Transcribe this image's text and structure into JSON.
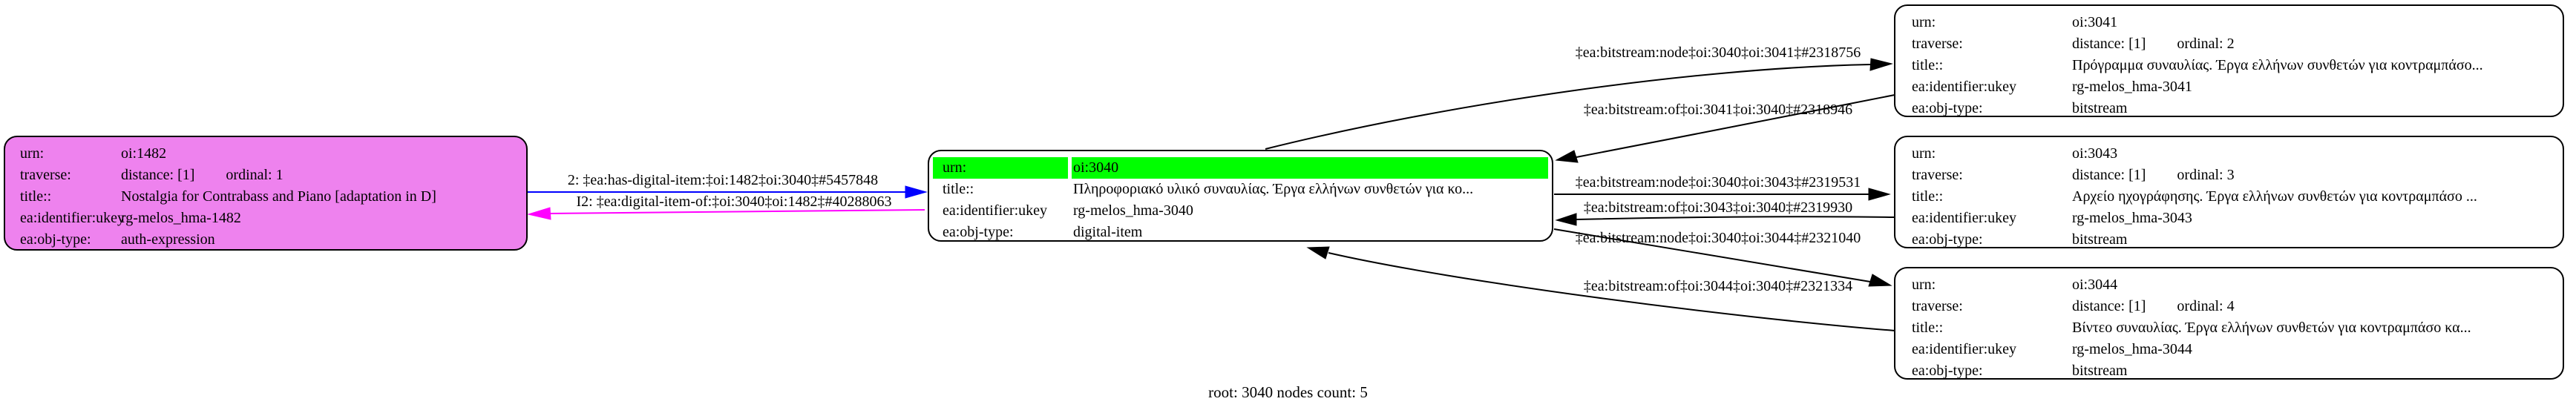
{
  "graph": {
    "caption": "root: 3040 nodes count: 5",
    "colors": {
      "expression_node_fill": "#ee82ee",
      "highlight_green": "#00ff00",
      "edge_forward_blue": "#0000ff",
      "edge_inverse_magenta": "#ff00ff",
      "edge_black": "#000000",
      "node_border": "#000000",
      "background": "#ffffff"
    },
    "nodes": [
      {
        "id": "oi:1482",
        "rows": [
          {
            "label": "urn:",
            "value": "oi:1482"
          },
          {
            "label": "traverse:",
            "value": "distance: [1]",
            "value2": "ordinal: 1"
          },
          {
            "label": "title::",
            "value": "Nostalgia for Contrabass and Piano [adaptation in D]"
          },
          {
            "label": "ea:identifier:ukey",
            "value": "rg-melos_hma-1482"
          },
          {
            "label": "ea:obj-type:",
            "value": "auth-expression"
          }
        ]
      },
      {
        "id": "oi:3040",
        "rows": [
          {
            "label": "urn:",
            "value": "oi:3040"
          },
          {
            "label": "title::",
            "value": "Πληροφοριακό υλικό συναυλίας. Έργα ελλήνων συνθετών για κο..."
          },
          {
            "label": "ea:identifier:ukey",
            "value": "rg-melos_hma-3040"
          },
          {
            "label": "ea:obj-type:",
            "value": "digital-item"
          }
        ]
      },
      {
        "id": "oi:3041",
        "rows": [
          {
            "label": "urn:",
            "value": "oi:3041"
          },
          {
            "label": "traverse:",
            "value": "distance: [1]",
            "value2": "ordinal: 2"
          },
          {
            "label": "title::",
            "value": "Πρόγραμμα συναυλίας. Έργα ελλήνων συνθετών για κοντραμπάσο..."
          },
          {
            "label": "ea:identifier:ukey",
            "value": "rg-melos_hma-3041"
          },
          {
            "label": "ea:obj-type:",
            "value": "bitstream"
          }
        ]
      },
      {
        "id": "oi:3043",
        "rows": [
          {
            "label": "urn:",
            "value": "oi:3043"
          },
          {
            "label": "traverse:",
            "value": "distance: [1]",
            "value2": "ordinal: 3"
          },
          {
            "label": "title::",
            "value": "Αρχείο ηχογράφησης. Έργα ελλήνων συνθετών για κοντραμπάσο ..."
          },
          {
            "label": "ea:identifier:ukey",
            "value": "rg-melos_hma-3043"
          },
          {
            "label": "ea:obj-type:",
            "value": "bitstream"
          }
        ]
      },
      {
        "id": "oi:3044",
        "rows": [
          {
            "label": "urn:",
            "value": "oi:3044"
          },
          {
            "label": "traverse:",
            "value": "distance: [1]",
            "value2": "ordinal: 4"
          },
          {
            "label": "title::",
            "value": "Βίντεο συναυλίας. Έργα ελλήνων συνθετών για κοντραμπάσο κα..."
          },
          {
            "label": "ea:identifier:ukey",
            "value": "rg-melos_hma-3044"
          },
          {
            "label": "ea:obj-type:",
            "value": "bitstream"
          }
        ]
      }
    ],
    "edges": [
      {
        "label": "2: ‡ea:has-digital-item:‡oi:1482‡oi:3040‡#5457848",
        "color": "#0000ff",
        "from": "oi:1482",
        "to": "oi:3040"
      },
      {
        "label": "I2: ‡ea:digital-item-of:‡oi:3040‡oi:1482‡#40288063",
        "color": "#ff00ff",
        "from": "oi:3040",
        "to": "oi:1482"
      },
      {
        "label": "‡ea:bitstream:node‡oi:3040‡oi:3041‡#2318756",
        "color": "#000000",
        "from": "oi:3040",
        "to": "oi:3041"
      },
      {
        "label": "‡ea:bitstream:of‡oi:3041‡oi:3040‡#2318946",
        "color": "#000000",
        "from": "oi:3041",
        "to": "oi:3040"
      },
      {
        "label": "‡ea:bitstream:node‡oi:3040‡oi:3043‡#2319531",
        "color": "#000000",
        "from": "oi:3040",
        "to": "oi:3043"
      },
      {
        "label": "‡ea:bitstream:of‡oi:3043‡oi:3040‡#2319930",
        "color": "#000000",
        "from": "oi:3043",
        "to": "oi:3040"
      },
      {
        "label": "‡ea:bitstream:node‡oi:3040‡oi:3044‡#2321040",
        "color": "#000000",
        "from": "oi:3040",
        "to": "oi:3044"
      },
      {
        "label": "‡ea:bitstream:of‡oi:3044‡oi:3040‡#2321334",
        "color": "#000000",
        "from": "oi:3044",
        "to": "oi:3040"
      }
    ]
  }
}
